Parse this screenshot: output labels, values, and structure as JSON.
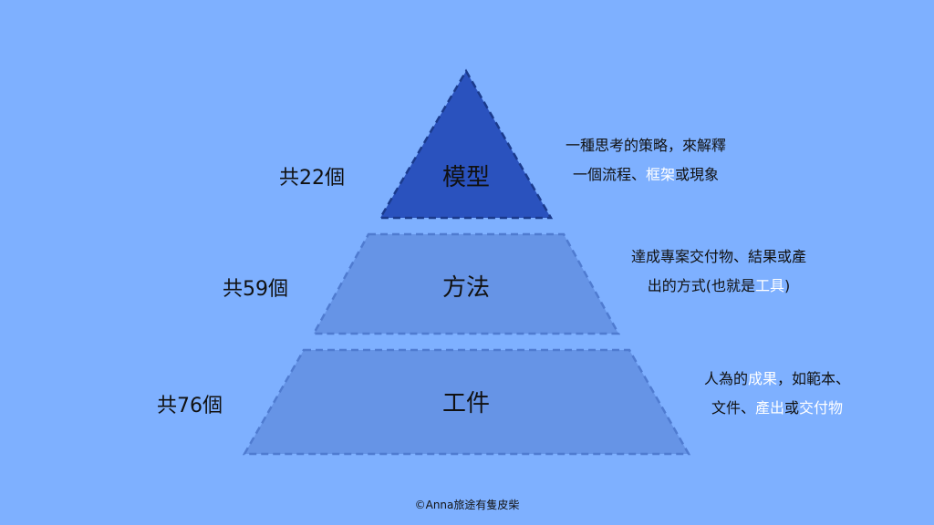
{
  "layers": [
    {
      "name": "模型",
      "count": "共22個",
      "desc_line1": "一種思考的策略，來解釋",
      "desc_line2": {
        "pre": "一個流程、",
        "hl": "框架",
        "post": "或現象"
      }
    },
    {
      "name": "方法",
      "count": "共59個",
      "desc_line1": "達成專案交付物、結果或產",
      "desc_line2": {
        "pre": "出的方式(也就是",
        "hl": "工具",
        "post": ")"
      }
    },
    {
      "name": "工件",
      "count": "共76個",
      "desc_line1": {
        "pre": "人為的",
        "hl": "成果",
        "post": "，如範本、"
      },
      "desc_line2": {
        "pre": "文件、",
        "hl1": "產出",
        "mid": "或",
        "hl2": "交付物"
      }
    }
  ],
  "colors": {
    "background": "#7eb0ff",
    "top_layer": "#2a52be",
    "lower_layers": "#6694e6",
    "highlight_text": "#ffffff"
  },
  "credit": "©Anna旅途有隻皮柴"
}
